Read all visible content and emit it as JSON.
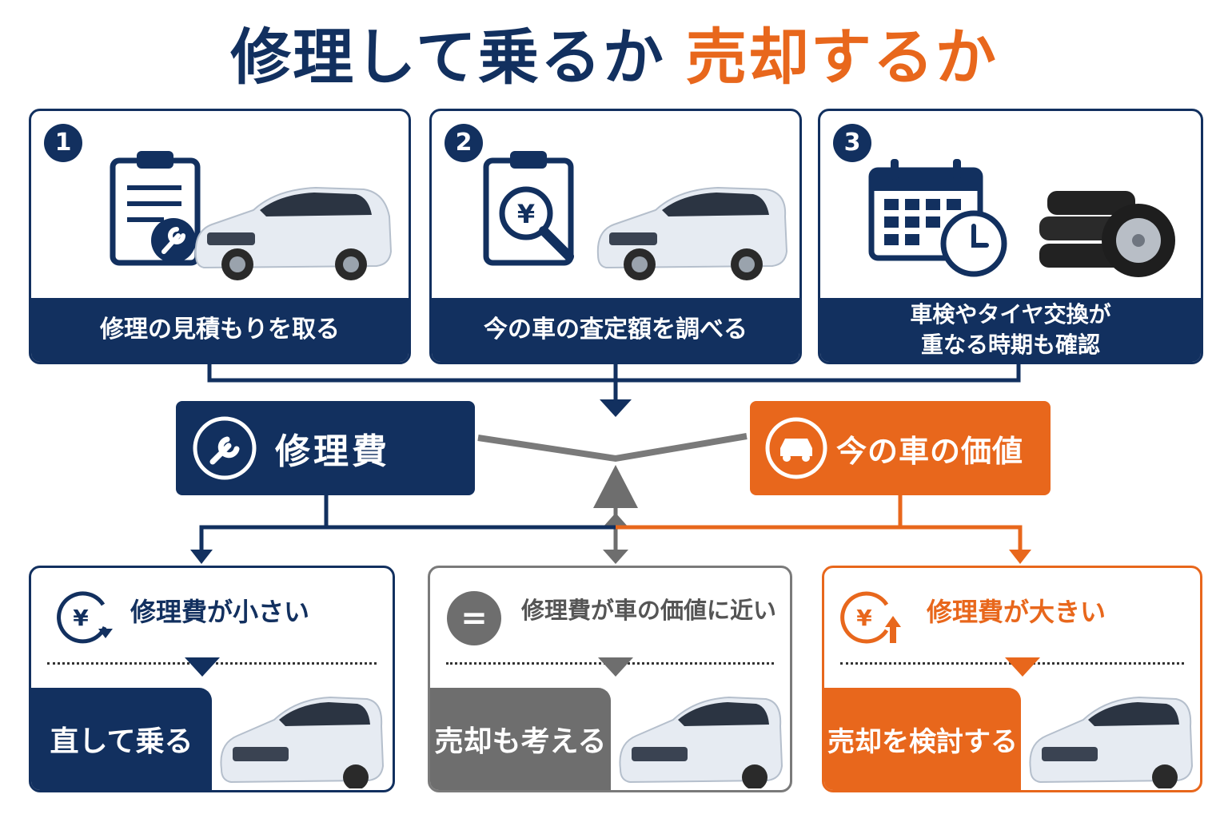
{
  "title": {
    "part1": "修理して乗るか",
    "part2": "売却するか"
  },
  "steps": [
    {
      "number": "1",
      "label": "修理の見積もりを取る"
    },
    {
      "number": "2",
      "label": "今の車の査定額を調べる"
    },
    {
      "number": "3",
      "label_line1": "車検やタイヤ交換が",
      "label_line2": "重なる時期も確認"
    }
  ],
  "repair_cost": {
    "label": "修理費"
  },
  "car_value": {
    "label": "今の車の価値"
  },
  "outcomes": [
    {
      "condition": "修理費が小さい",
      "result": "直して乗る"
    },
    {
      "condition": "修理費が車の価値に近い",
      "result": "売却も考える"
    },
    {
      "condition": "修理費が大きい",
      "result": "売却を検討する"
    }
  ],
  "icons": {
    "yen": "¥",
    "equals": "="
  },
  "colors": {
    "navy": "#12305f",
    "orange": "#e8671c",
    "gray": "#6e6e6e"
  }
}
